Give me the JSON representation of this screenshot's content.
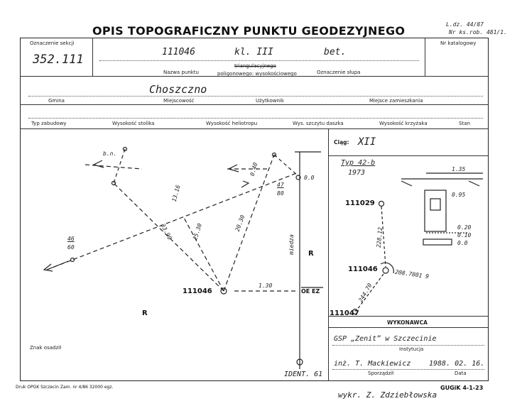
{
  "header": {
    "title": "OPIS TOPOGRAFICZNY PUNKTU GEODEZYJNEGO",
    "ref_line1": "L.dz. 44/87",
    "ref_line2": "Nr ks.rob. 481/1."
  },
  "row1": {
    "section_label": "Oznaczenie sekcji",
    "section_value": "352.111",
    "point_name_value": "111046",
    "class_value": "kl. III",
    "pillar_value": "bet.",
    "point_name_label": "Nazwa punktu",
    "point_type_top": "triangulacyjnego",
    "point_type_bottom": "poligonowego: wysokościowego",
    "pillar_label": "Oznaczenie słupa",
    "catalog_label": "Nr katalogowy"
  },
  "row2": {
    "commune_value": "Choszczno",
    "commune_label": "Gmina",
    "locality_label": "Miejscowość",
    "user_label": "Użytkownik",
    "residence_label": "Miejsce zamieszkania"
  },
  "row3": {
    "cols": [
      "Typ zabudowy",
      "Wysokość stolika",
      "Wysokość heliotropu",
      "Wys. szczytu daszka",
      "Wysokość krzyżaka",
      "Stan"
    ]
  },
  "sketch": {
    "bn": "b.n.",
    "b_46": "46",
    "b_60": "60",
    "b_47": "47",
    "b_80": "80",
    "d_3390": "33.90",
    "d_2530": "25.30",
    "d_2040": "20.30",
    "d_1316": "13.16",
    "d_040": "0.40",
    "d_00": "0.0",
    "d_130": "1.30",
    "oe_ez": "OE EZ",
    "miedza": "miedza",
    "r_right": "R",
    "r_left": "R",
    "point": "111046",
    "ident": "IDENT. 61"
  },
  "ciag": {
    "label": "Ciąg:",
    "value": "XII",
    "typ": "Typ 42-b",
    "year": "1973",
    "dim_135": "1.35",
    "dim_095": "0.95",
    "dim_020": "0.20",
    "dim_010": "0.10",
    "dim_00": "0.0",
    "p1": "111029",
    "p2": "111046",
    "p3": "111047",
    "d1": "228.12",
    "d2": "244.70",
    "angle": "208.7801 9"
  },
  "executor": {
    "header": "WYKONAWCA",
    "institution_value": "GSP „Zenit” w Szczecinie",
    "institution_label": "Instytucja",
    "author_value": "inż. T. Mackiewicz",
    "author_label": "Sporządził",
    "date_value": "1988. 02. 16.",
    "date_label": "Data"
  },
  "bottom": {
    "znak": "Znak osadził",
    "print": "Druk OPGK Szczecin Zam. nr 4/86   32000 egz.",
    "drawn": "wykr. Z. Zdziebłowska",
    "form": "GUGiK 4-1-23"
  }
}
